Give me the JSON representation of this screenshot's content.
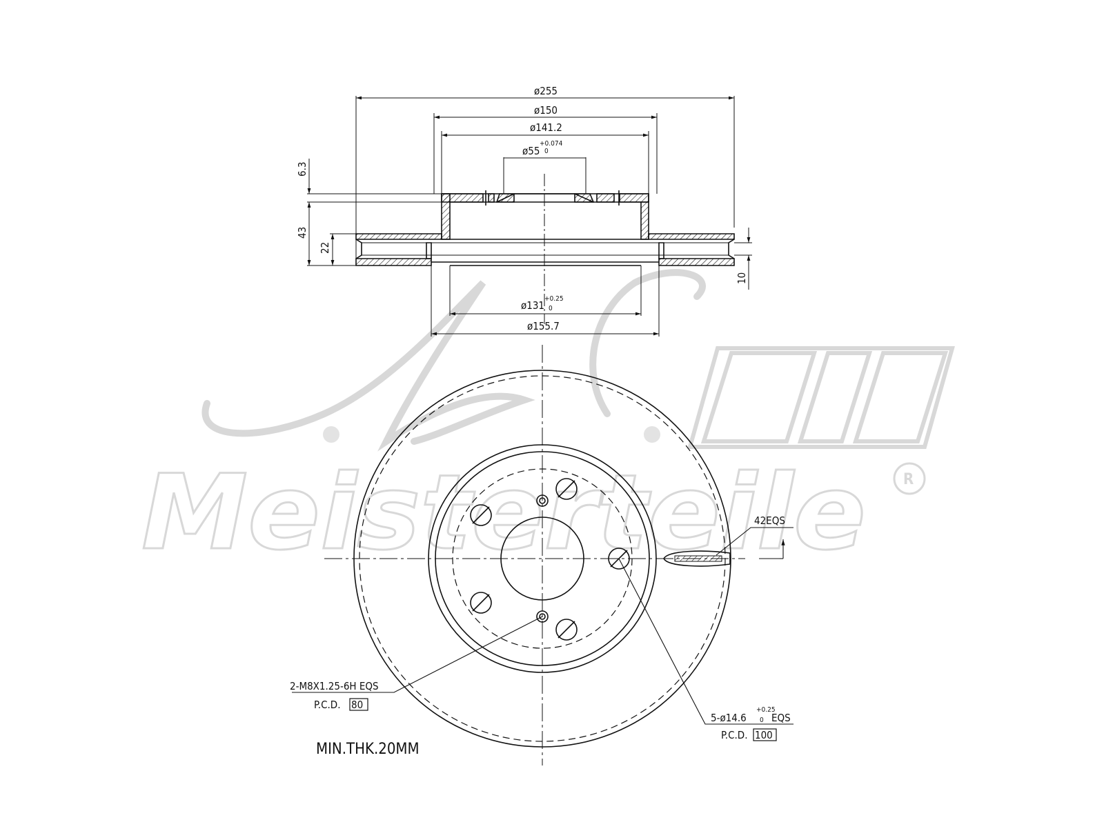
{
  "watermark": {
    "brand_mark": "A.L.",
    "brand_text": "Meisterteile",
    "registered": "R"
  },
  "colors": {
    "line": "#111111",
    "watermark": "#d8d8d8",
    "background": "#ffffff"
  },
  "side_view": {
    "dim_outer": "ø255",
    "dim_hat": "ø150",
    "dim_hat_inner": "ø141.2",
    "dim_bore": "ø55",
    "dim_bore_tol_upper": "+0.074",
    "dim_bore_tol_lower": "0",
    "dim_vent_inner": "ø131",
    "dim_vent_tol_upper": "+0.25",
    "dim_vent_tol_lower": "0",
    "dim_vent_outer": "ø155.7",
    "dim_hat_thickness": "6.3",
    "dim_total_height": "43",
    "dim_disc_thickness": "22",
    "dim_offset": "10"
  },
  "front_view": {
    "vane_note": "42EQS",
    "thread_note": "2-M8X1.25-6H EQS",
    "thread_pcd_label": "P.C.D.",
    "thread_pcd_value": "80",
    "bolt_note_prefix": "5-ø14.6",
    "bolt_tol_upper": "+0.25",
    "bolt_tol_lower": "0",
    "bolt_note_suffix": "EQS",
    "bolt_pcd_label": "P.C.D.",
    "bolt_pcd_value": "100",
    "min_thickness": "MIN.THK.20MM"
  }
}
